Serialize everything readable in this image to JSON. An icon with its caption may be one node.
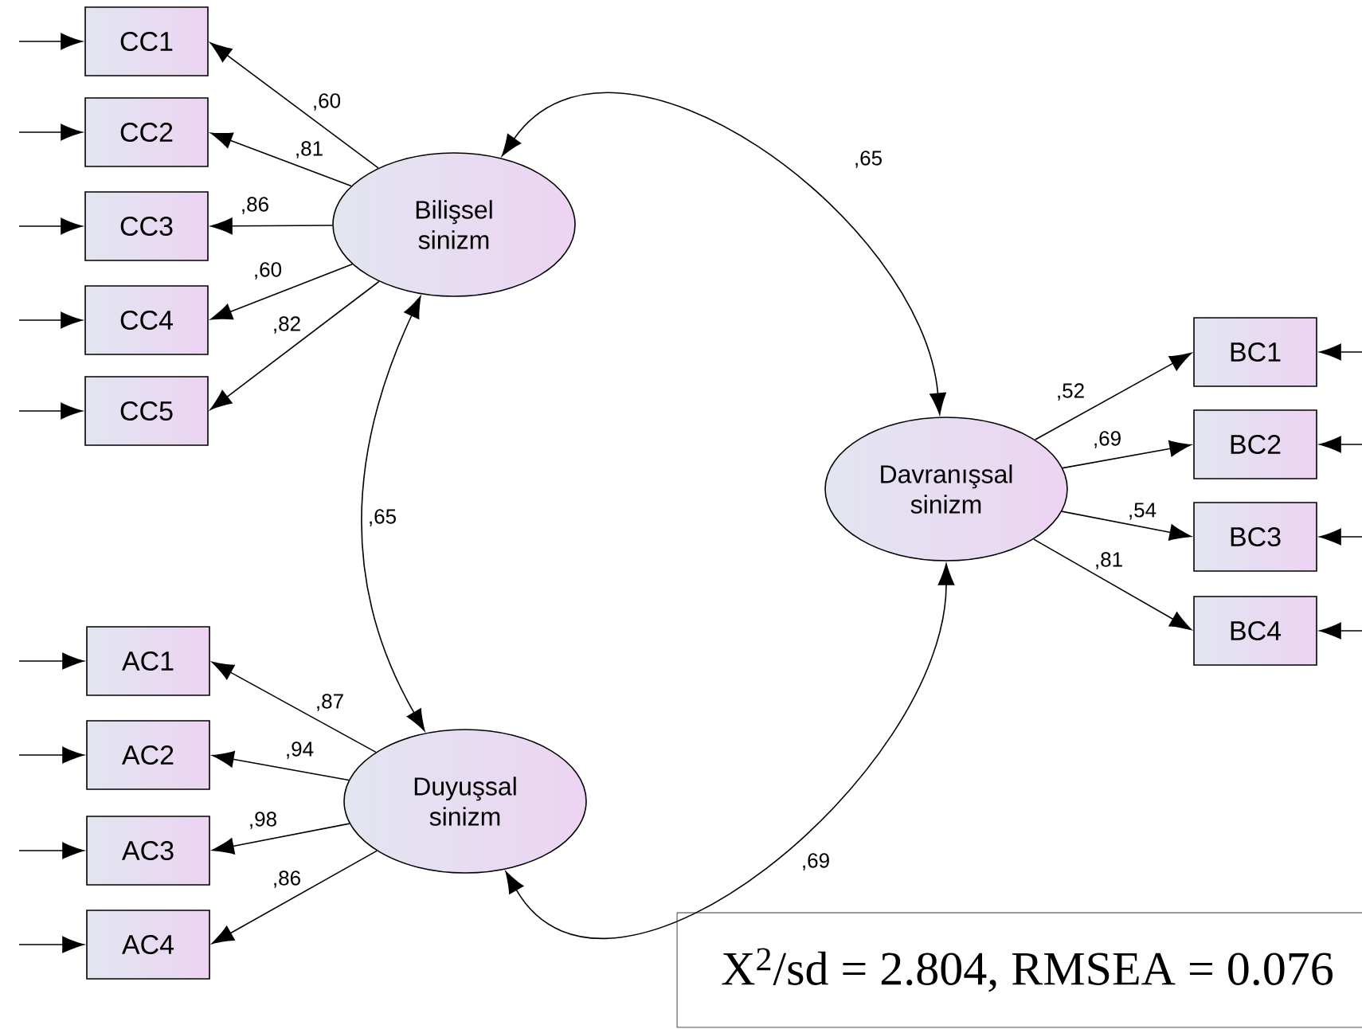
{
  "diagram": {
    "nodes": [
      {
        "text": [
          "Bilişsel sinizm"
        ]
      },
      {
        "text": [
          "Davranışsal sinizm"
        ]
      },
      {
        "text": [
          "Duyuşsal sinizm"
        ]
      },
      {
        "text": [
          "CC1"
        ]
      },
      {
        "text": [
          "CC2"
        ]
      },
      {
        "text": [
          "CC3"
        ]
      },
      {
        "text": [
          "CC4"
        ]
      },
      {
        "text": [
          "CC5"
        ]
      },
      {
        "text": [
          "BC1"
        ]
      },
      {
        "text": [
          "BC2"
        ]
      },
      {
        "text": [
          "BC3"
        ]
      },
      {
        "text": [
          "BC4"
        ]
      },
      {
        "text": [
          "AC1"
        ]
      },
      {
        "text": [
          "AC2"
        ]
      },
      {
        "text": [
          "AC3"
        ]
      },
      {
        "text": [
          "AC4"
        ]
      },
      {
        "text": [
          "X$^{2}$/sd = 2.804, RMSEA = 0.076"
        ]
      }
    ],
    "edges": [
      {
        "from": 0,
        "to": 3,
        "arrow": "to",
        "label": ",60"
      },
      {
        "from": 0,
        "to": 4,
        "arrow": "to",
        "label": ",81"
      },
      {
        "from": 0,
        "to": 5,
        "arrow": "to",
        "label": ",86"
      },
      {
        "from": 0,
        "to": 6,
        "arrow": "to",
        "label": ",60"
      },
      {
        "from": 0,
        "to": 7,
        "arrow": "to",
        "label": ",82"
      },
      {
        "from": 1,
        "to": 8,
        "arrow": "to",
        "label": ",52"
      },
      {
        "from": 1,
        "to": 9,
        "arrow": "to",
        "label": ",69"
      },
      {
        "from": 1,
        "to": 10,
        "arrow": "to",
        "label": ",54"
      },
      {
        "from": 1,
        "to": 11,
        "arrow": "to",
        "label": ",81"
      },
      {
        "from": 2,
        "to": 12,
        "arrow": "to",
        "label": ",87"
      },
      {
        "from": 2,
        "to": 13,
        "arrow": "to",
        "label": ",94"
      },
      {
        "from": 2,
        "to": 14,
        "arrow": "to",
        "label": ",98"
      },
      {
        "from": 2,
        "to": 15,
        "arrow": "to",
        "label": ",86"
      },
      {
        "from": 0,
        "to": 1,
        "arrow": "both",
        "label": ",65"
      },
      {
        "from": 0,
        "to": 2,
        "arrow": "both",
        "label": ",65"
      },
      {
        "from": 2,
        "to": 1,
        "arrow": "both",
        "label": ",69"
      },
      {
        "from": null,
        "to": 3,
        "arrow": "to"
      },
      {
        "from": null,
        "to": 4,
        "arrow": "to"
      },
      {
        "from": null,
        "to": 5,
        "arrow": "to"
      },
      {
        "from": null,
        "to": 6,
        "arrow": "to"
      },
      {
        "from": null,
        "to": 7,
        "arrow": "to"
      },
      {
        "from": null,
        "to": 8,
        "arrow": "to"
      },
      {
        "from": null,
        "to": 9,
        "arrow": "to"
      },
      {
        "from": null,
        "to": 10,
        "arrow": "to"
      },
      {
        "from": null,
        "to": 11,
        "arrow": "to"
      },
      {
        "from": null,
        "to": 12,
        "arrow": "to"
      },
      {
        "from": null,
        "to": 13,
        "arrow": "to"
      },
      {
        "from": null,
        "to": 14,
        "arrow": "to"
      },
      {
        "from": null,
        "to": 15,
        "arrow": "to"
      }
    ]
  }
}
